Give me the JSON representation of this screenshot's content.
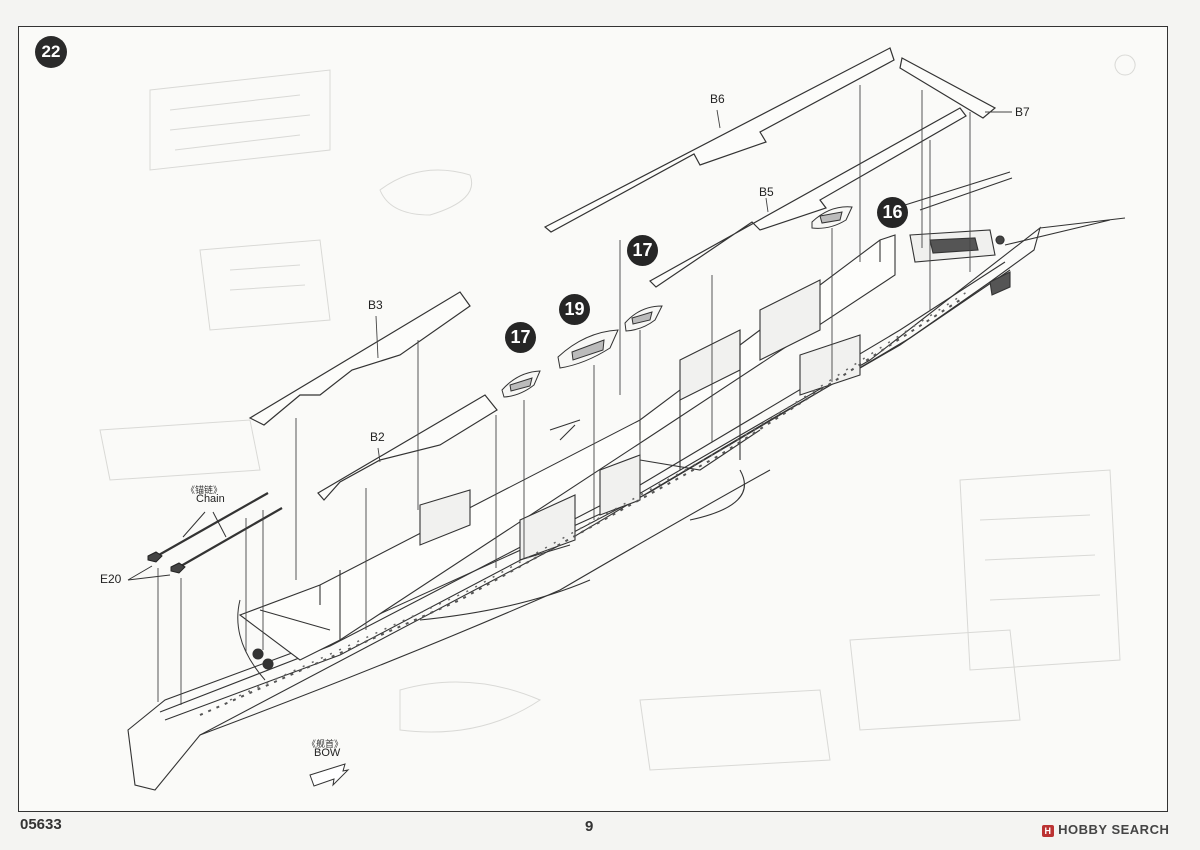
{
  "step": {
    "number": "22"
  },
  "parts": {
    "b6": "B6",
    "b7": "B7",
    "b5": "B5",
    "b3": "B3",
    "b2": "B2",
    "e20": "E20"
  },
  "sub_steps": [
    "16",
    "17",
    "19",
    "17"
  ],
  "annotations": {
    "chain_cn": "《锚链》",
    "chain_en": "Chain",
    "bow_cn": "《舰首》",
    "bow_en": "BOW"
  },
  "footer": {
    "kit_number": "05633",
    "page_number": "9"
  },
  "watermark": {
    "text": "HOBBY SEARCH",
    "icon": "hobby-search-logo-icon"
  }
}
